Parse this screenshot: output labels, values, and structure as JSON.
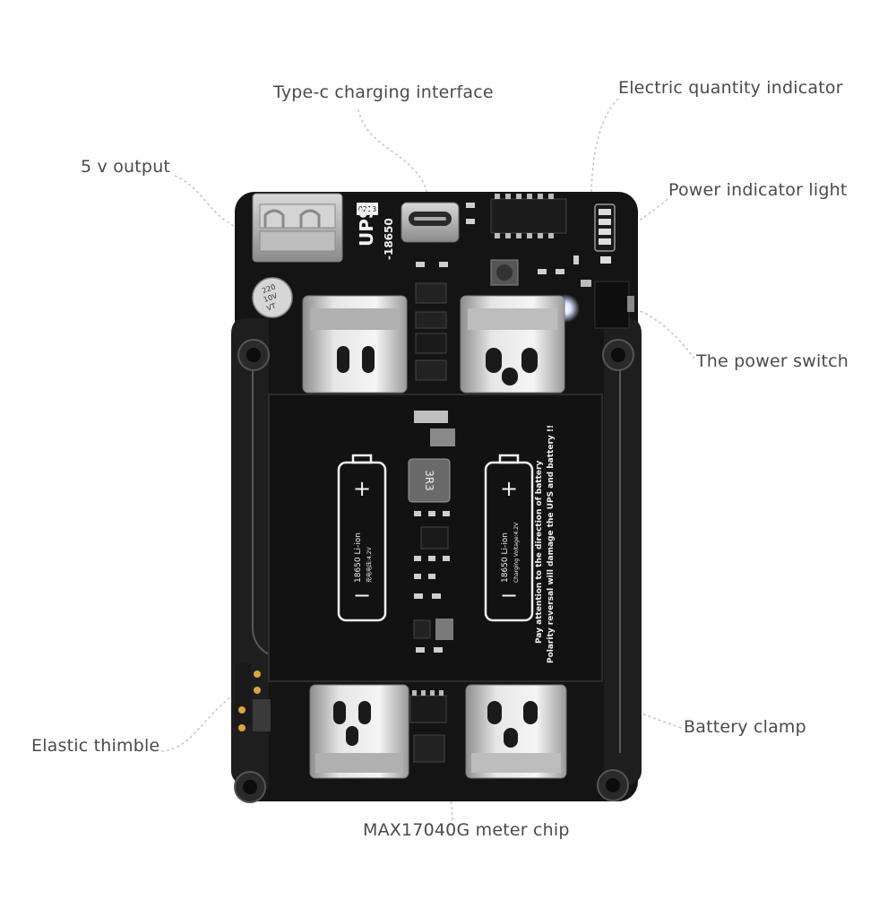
{
  "labels": {
    "five_v_output": "5 v output",
    "typec_interface": "Type-c charging interface",
    "electric_quantity": "Electric quantity indicator",
    "power_light": "Power indicator light",
    "power_switch": "The power switch",
    "battery_clamp": "Battery clamp",
    "elastic_thimble": "Elastic thimble",
    "meter_chip": "MAX17040G meter chip"
  },
  "board": {
    "name": "UPS",
    "model": "-18650",
    "battery_type": "18650 Li-ion",
    "battery_voltage": "Charging Voltage:4.2V",
    "battery_voltage_cn": "充电电压:4.2V",
    "warning_line1": "Pay attention to the direction of battery",
    "warning_line2": "Polarity reversal will damage the UPS and battery !!",
    "inductor_mark": "3R3",
    "capacitor_mark1": "220",
    "capacitor_mark2": "10V",
    "capacitor_mark3": "VT",
    "plus": "+",
    "minus": "−",
    "badge": "0213"
  },
  "colors": {
    "board": "#151515",
    "clamp": "#cfcfcf",
    "leader": "#bdbdbd",
    "text": "#4a4a4a",
    "led": "#e8f0ff"
  }
}
